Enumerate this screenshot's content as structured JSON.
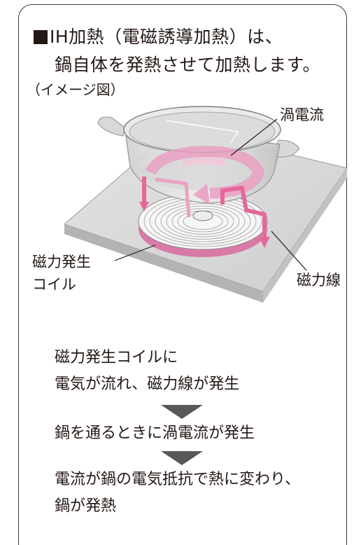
{
  "title": {
    "line1": "IH加熱（電磁誘導加熱）は、",
    "line2": "鍋自体を発熱させて加熱します。",
    "note": "（イメージ図）"
  },
  "labels": {
    "eddy_current": "渦電流",
    "coil_line1": "磁力発生",
    "coil_line2": "コイル",
    "magnetic_lines": "磁力線"
  },
  "flow": {
    "step1_line1": "磁力発生コイルに",
    "step1_line2": "電気が流れ、磁力線が発生",
    "step2": "鍋を通るときに渦電流が発生",
    "step3_line1": "電流が鍋の電気抵抗で熱に変わり、",
    "step3_line2": "鍋が発熱"
  },
  "colors": {
    "accent_pink": "#e4689c",
    "arrow_gray": "#595757"
  }
}
